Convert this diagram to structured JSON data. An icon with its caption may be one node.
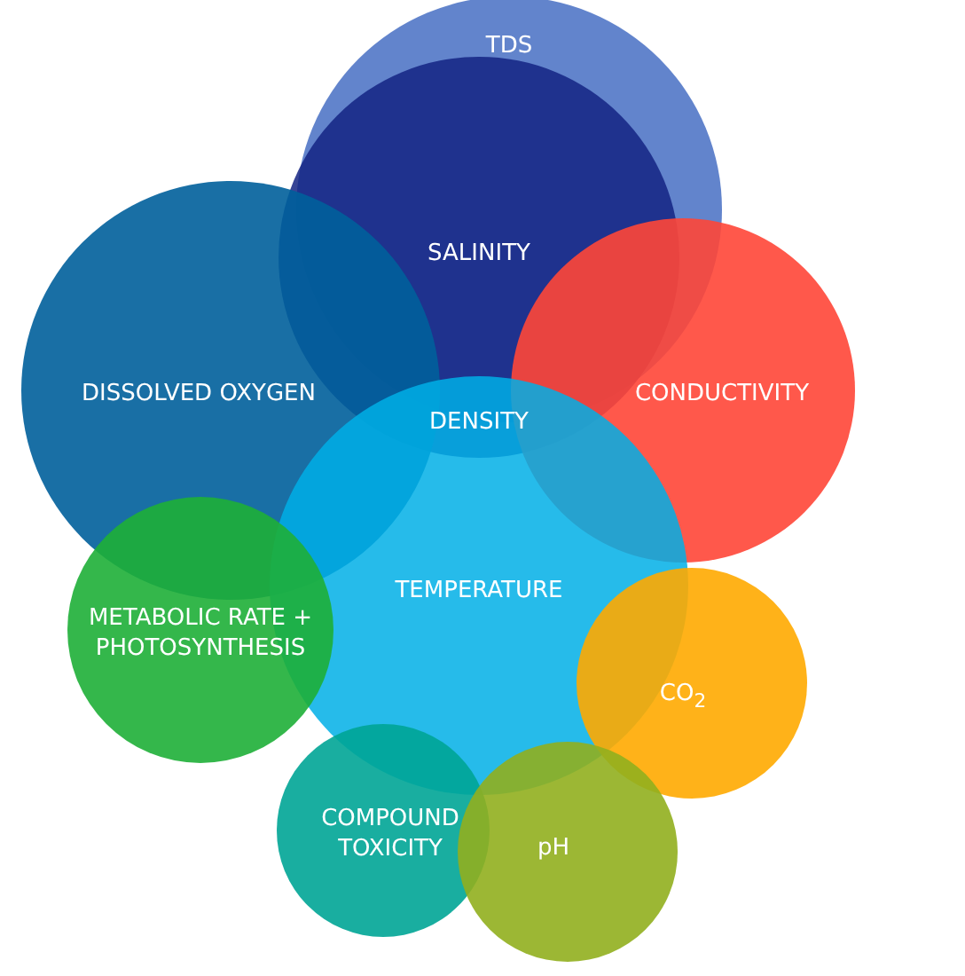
{
  "diagram": {
    "nodes": [
      {
        "text": [
          "TDS"
        ]
      },
      {
        "text": [
          "SALINITY"
        ]
      },
      {
        "text": [
          "DISSOLVED OXYGEN"
        ]
      },
      {
        "text": [
          "CONDUCTIVITY"
        ]
      },
      {
        "text": [
          "TEMPERATURE"
        ]
      },
      {
        "text": [
          "METABOLIC RATE + PHOTOSYNTHESIS"
        ]
      },
      {
        "text": [
          "CO$_{2}$"
        ]
      },
      {
        "text": [
          "COMPOUND TOXICITY"
        ]
      },
      {
        "text": [
          "pH"
        ]
      }
    ],
    "labels": [
      "DENSITY"
    ]
  }
}
